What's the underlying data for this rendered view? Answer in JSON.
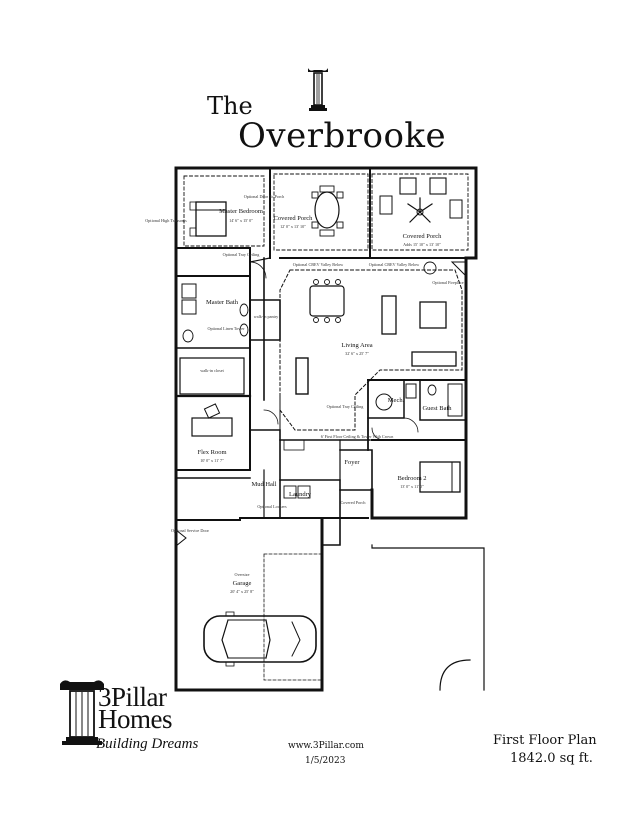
{
  "header": {
    "title_the": "The",
    "title_main": "Overbrooke"
  },
  "rooms": {
    "master_bedroom": "Master Bedroom",
    "master_bedroom_size": "14' 6\" x 15' 0\"",
    "covered_porch_1": "Covered Porch",
    "covered_porch_1_size": "12' 0\" x 13' 10\"",
    "covered_porch_2": "Covered Porch",
    "covered_porch_2_size": "Adds 15' 10\" x 13' 10\"",
    "master_bath": "Master Bath",
    "walk_in_pantry": "walk-in pantry",
    "walk_in_closet": "walk-in closet",
    "living_area": "Living Area",
    "living_area_size": "32' 6\" x 25' 7\"",
    "mech": "Mech.",
    "guest_bath": "Guest Bath",
    "flex_room": "Flex Room",
    "flex_room_size": "10' 0\" x 11' 7\"",
    "mud_hall": "Mud Hall",
    "laundry": "Laundry",
    "foyer": "Foyer",
    "covered_porch_front": "Covered Porch",
    "bedroom_2": "Bedroom 2",
    "bedroom_2_size": "13' 0\" x 11' 0\"",
    "garage": "Garage",
    "garage_size": "20' 4\" x 25' 8\"",
    "oversize": "Oversize"
  },
  "notes": {
    "optional_tray": "Optional Tray Ceiling",
    "optional_door": "Optional Door To Porch",
    "optional_fireplace": "Optional Fireplace",
    "optional_high_transoms": "Optional High Transoms",
    "optional_linen": "Optional Linen Tower",
    "optional_service_door": "Optional Service Door",
    "optional_drop_1": "Optional CBEV Valley Below",
    "optional_drop_2": "Optional CBEV Valley Below",
    "first_floor_ceiling": "6' First Floor Ceiling & Tower With Crown",
    "optional_tray_living": "Optional Tray Ceiling",
    "optional_lockers": "Optional Lockers"
  },
  "footer": {
    "logo_line1": "3Pillar",
    "logo_line2": "Homes",
    "tagline": "Building Dreams",
    "website": "www.3Pillar.com",
    "date": "1/5/2023",
    "floor_label": "First Floor Plan",
    "sqft": "1842.0 sq ft."
  }
}
